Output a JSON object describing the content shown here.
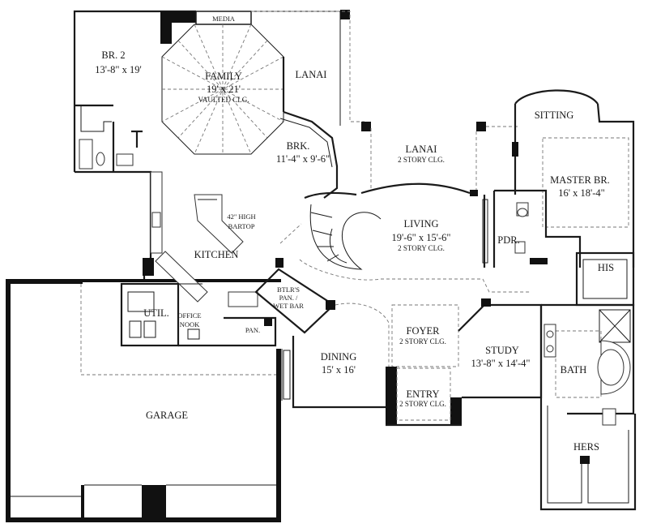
{
  "rooms": {
    "br2": {
      "name": "BR. 2",
      "size": "13'-8\" x 19'"
    },
    "media": {
      "name": "MEDIA"
    },
    "family": {
      "name": "FAMILY",
      "size": "19' x 21'",
      "note": "VAULTED CLG."
    },
    "lanai_top": {
      "name": "LANAI"
    },
    "brk": {
      "name": "BRK.",
      "size": "11'-4\" x 9'-6\""
    },
    "lanai_center": {
      "name": "LANAI",
      "note": "2 STORY CLG."
    },
    "sitting": {
      "name": "SITTING"
    },
    "master": {
      "name": "MASTER BR.",
      "size": "16' x 18'-4\""
    },
    "kitchen": {
      "name": "KITCHEN",
      "bartop_line1": "42\" HIGH",
      "bartop_line2": "BARTOP"
    },
    "living": {
      "name": "LIVING",
      "size": "19'-6\" x 15'-6\"",
      "note": "2 STORY CLG."
    },
    "pdr": {
      "name": "PDR."
    },
    "his": {
      "name": "HIS"
    },
    "util": {
      "name": "UTIL."
    },
    "office": {
      "name_line1": "OFFICE",
      "name_line2": "NOOK"
    },
    "pan": {
      "name": "PAN."
    },
    "btlrs": {
      "line1": "BTLR'S",
      "line2": "PAN. /",
      "line3": "WET BAR"
    },
    "foyer": {
      "name": "FOYER",
      "note": "2 STORY CLG."
    },
    "study": {
      "name": "STUDY",
      "size": "13'-8\" x 14'-4\""
    },
    "dining": {
      "name": "DINING",
      "size": "15' x 16'"
    },
    "bath": {
      "name": "BATH"
    },
    "entry": {
      "name": "ENTRY",
      "note": "2 STORY CLG."
    },
    "garage": {
      "name": "GARAGE"
    },
    "hers": {
      "name": "HERS"
    }
  }
}
